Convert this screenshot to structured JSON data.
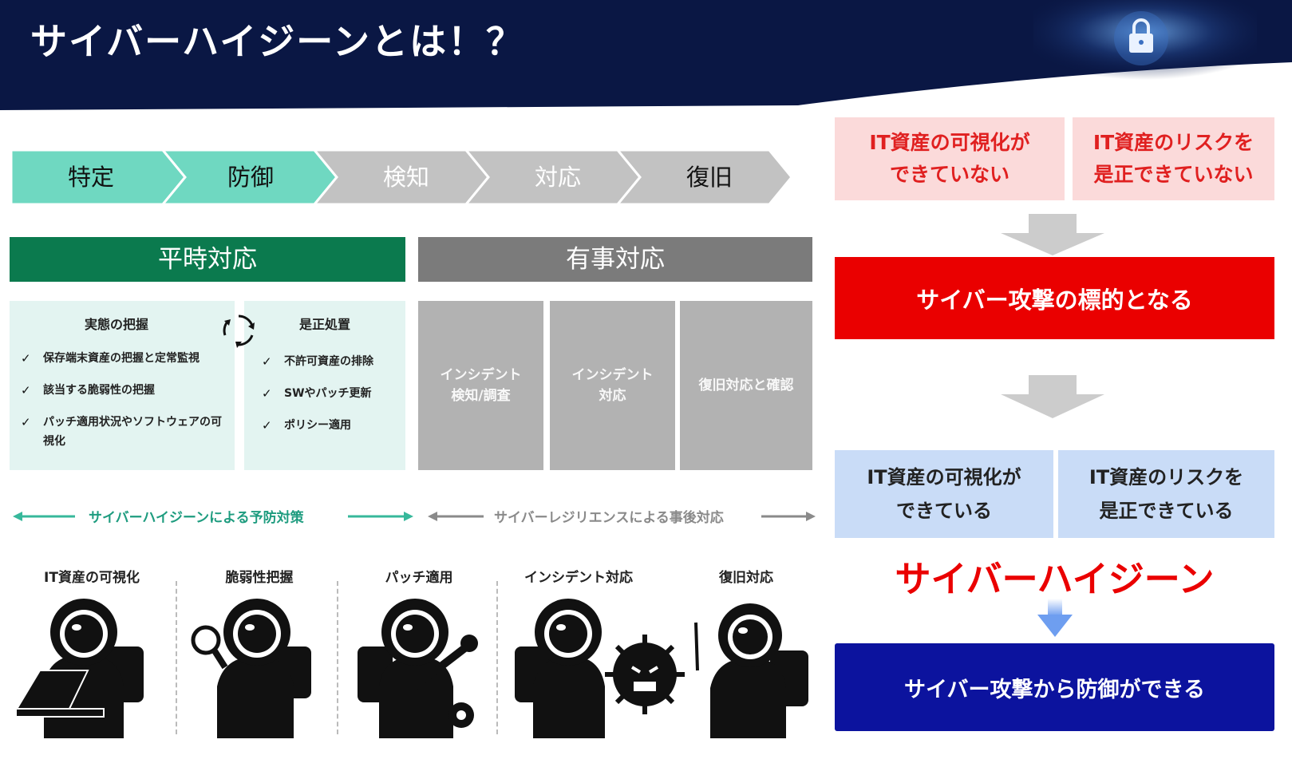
{
  "header": {
    "title": "サイバーハイジーンとは！？"
  },
  "phases": [
    {
      "label": "特定",
      "active": true
    },
    {
      "label": "防御",
      "active": true
    },
    {
      "label": "検知",
      "active": false
    },
    {
      "label": "対応",
      "active": false
    },
    {
      "label": "復旧",
      "active": false
    }
  ],
  "peacetime": {
    "title": "平時対応",
    "left": {
      "heading": "実態の把握",
      "items": [
        "保存端末資産の把握と定常監視",
        "該当する脆弱性の把握",
        "パッチ適用状況やソフトウェアの可視化"
      ]
    },
    "right": {
      "heading": "是正処置",
      "items": [
        "不許可資産の排除",
        "SWやパッチ更新",
        "ポリシー適用"
      ]
    }
  },
  "emergency": {
    "title": "有事対応",
    "boxes": [
      "インシデント\n検知/調査",
      "インシデント\n対応",
      "復旧対応と確認"
    ]
  },
  "arrows": {
    "left": "サイバーハイジーンによる予防対策",
    "right": "サイバーレジリエンスによる事後対応"
  },
  "icons": [
    {
      "label": "IT資産の可視化"
    },
    {
      "label": "脆弱性把握"
    },
    {
      "label": "パッチ適用"
    },
    {
      "label": "インシデント対応"
    },
    {
      "label": "復旧対応"
    }
  ],
  "right_flow": {
    "problems": [
      "IT資産の可視化が\nできていない",
      "IT資産のリスクを\n是正できていない"
    ],
    "problem_result": "サイバー攻撃の標的となる",
    "solutions": [
      "IT資産の可視化が\nできている",
      "IT資産のリスクを\n是正できている"
    ],
    "solution_name": "サイバーハイジーン",
    "solution_result": "サイバー攻撃から防御ができる"
  },
  "colors": {
    "navy": "#0a1744",
    "teal": "#6fd8c1",
    "phase_gray": "#c2c2c2",
    "green": "#0b7a4e",
    "red": "#ea0000",
    "pink": "#fbdada",
    "light_blue": "#c9dcf7",
    "royal_blue": "#0c139e"
  }
}
